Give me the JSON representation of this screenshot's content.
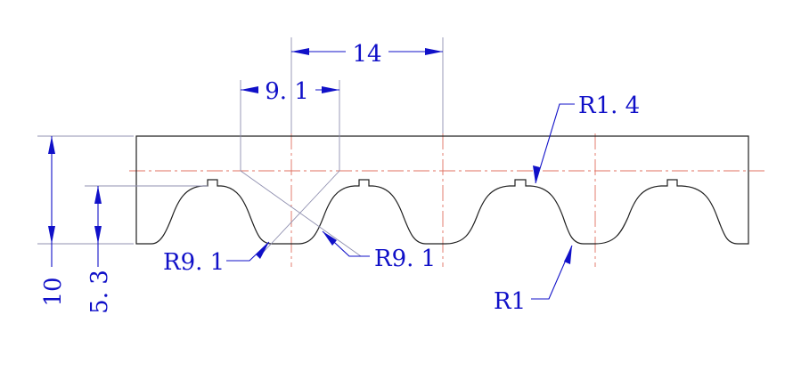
{
  "drawing": {
    "labels": {
      "pitch": "14",
      "tooth_width": "9. 1",
      "total_height": "10",
      "tooth_depth": "5. 3",
      "radius_top": "R1. 4",
      "radius_left": "R9. 1",
      "radius_right": "R9. 1",
      "radius_bottom": "R1"
    },
    "colors": {
      "dimension": "#1010c8",
      "profile": "#202020",
      "centerline": "#e07060"
    }
  }
}
